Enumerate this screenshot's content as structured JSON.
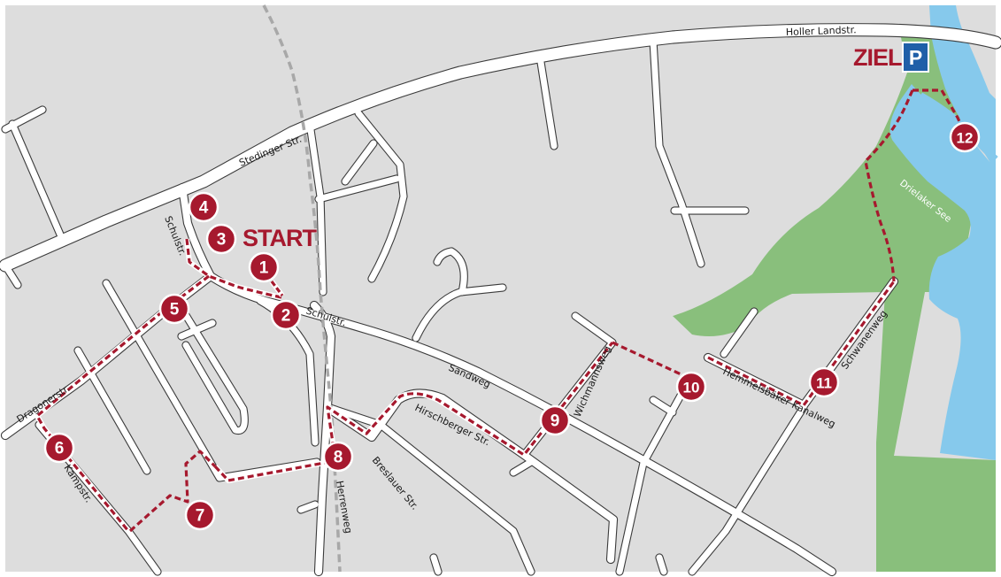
{
  "colors": {
    "background": "#ffffff",
    "land": "#dddddd",
    "road": "#ffffff",
    "road_casing": "#3b3b3b",
    "railway": "#a8a8a8",
    "park": "#89bf7c",
    "water": "#86c9ec",
    "route": "#a6192e",
    "route_underlay": "#ffffff",
    "marker": "#a6192e",
    "parking": "#1f5fa8"
  },
  "labels": {
    "start": "START",
    "finish": "ZIEL",
    "parking": "P"
  },
  "lake_name": "Drielaker See",
  "streets": {
    "holler_landstr": "Holler Landstr.",
    "stedinger_str": "Stedinger Str.",
    "schulstr_west": "Schulstr.",
    "schulstr_east": "Schulstr.",
    "sandweg": "Sandweg",
    "hirschberger_str": "Hirschberger Str.",
    "breslauer_str": "Breslauer Str.",
    "herrenweg": "Herrenweg",
    "dragonerstr": "Dragonerstr.",
    "kampstr": "Kampstr.",
    "wichmannsweg": "Wichmannsweg",
    "hemmelsbaeker_kanalweg": "Hemmelsbäker Kanalweg",
    "schwanenweg": "Schwanenweg"
  },
  "markers": [
    {
      "id": 1,
      "label": "1"
    },
    {
      "id": 2,
      "label": "2"
    },
    {
      "id": 3,
      "label": "3"
    },
    {
      "id": 4,
      "label": "4"
    },
    {
      "id": 5,
      "label": "5"
    },
    {
      "id": 6,
      "label": "6"
    },
    {
      "id": 7,
      "label": "7"
    },
    {
      "id": 8,
      "label": "8"
    },
    {
      "id": 9,
      "label": "9"
    },
    {
      "id": 10,
      "label": "10"
    },
    {
      "id": 11,
      "label": "11"
    },
    {
      "id": 12,
      "label": "12"
    }
  ]
}
